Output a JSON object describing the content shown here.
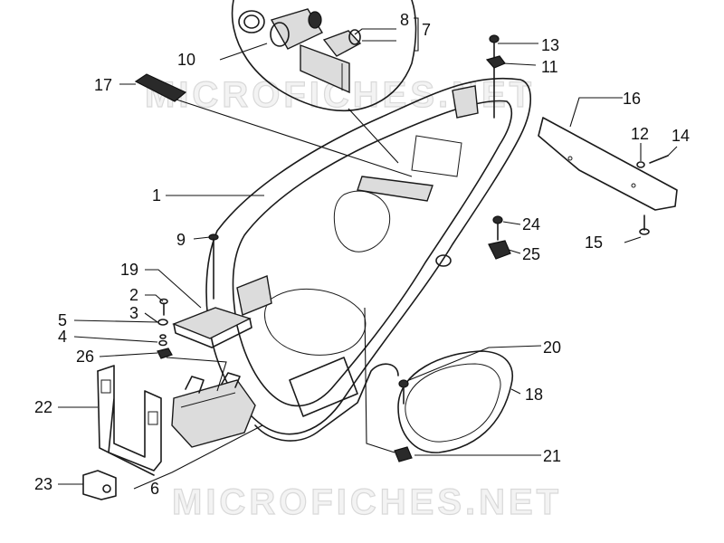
{
  "watermark": "MICROFICHES.NET",
  "part_labels": {
    "p1": "1",
    "p2": "2",
    "p3": "3",
    "p4": "4",
    "p5": "5",
    "p6": "6",
    "p7": "7",
    "p8": "8",
    "p9": "9",
    "p10": "10",
    "p11": "11",
    "p12": "12",
    "p13": "13",
    "p14": "14",
    "p15": "15",
    "p16": "16",
    "p17": "17",
    "p18": "18",
    "p19": "19",
    "p20": "20",
    "p21": "21",
    "p22": "22",
    "p23": "23",
    "p24": "24",
    "p25": "25",
    "p26": "26"
  }
}
